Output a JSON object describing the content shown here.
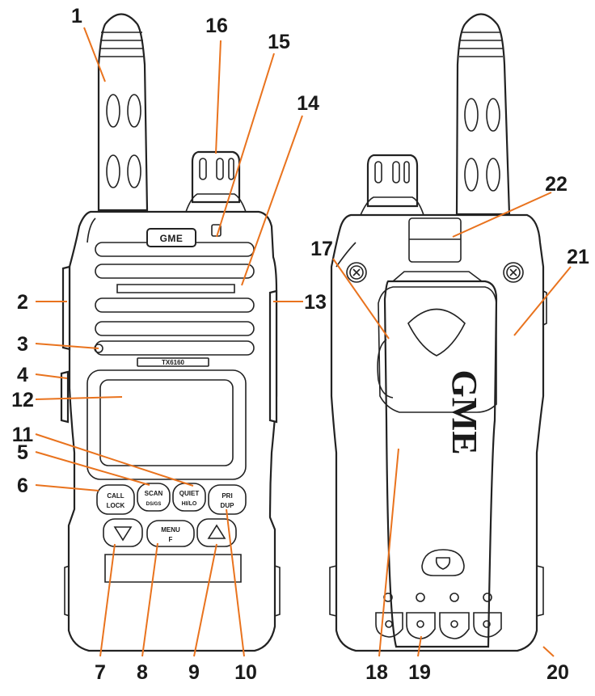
{
  "colors": {
    "callout": "#e9731e",
    "outline": "#222222",
    "label": "#1a1a1a"
  },
  "front": {
    "logo": "GME",
    "model_badge": "TX6160",
    "buttons": {
      "call": {
        "top": "CALL",
        "bottom": "LOCK"
      },
      "scan": {
        "top": "SCAN",
        "bottom": "DS/GS"
      },
      "quiet": {
        "top": "QUIET",
        "bottom": "HI/LO"
      },
      "pri": {
        "top": "PRI",
        "bottom": "DUP"
      },
      "menu": {
        "top": "MENU",
        "bottom": "F"
      },
      "down_icon": "triangle-down-icon",
      "up_icon": "triangle-up-icon"
    }
  },
  "back": {
    "clip_logo": "GME"
  },
  "callouts": [
    "1",
    "2",
    "3",
    "4",
    "5",
    "6",
    "7",
    "8",
    "9",
    "10",
    "11",
    "12",
    "13",
    "14",
    "15",
    "16",
    "17",
    "18",
    "19",
    "20",
    "21",
    "22"
  ]
}
